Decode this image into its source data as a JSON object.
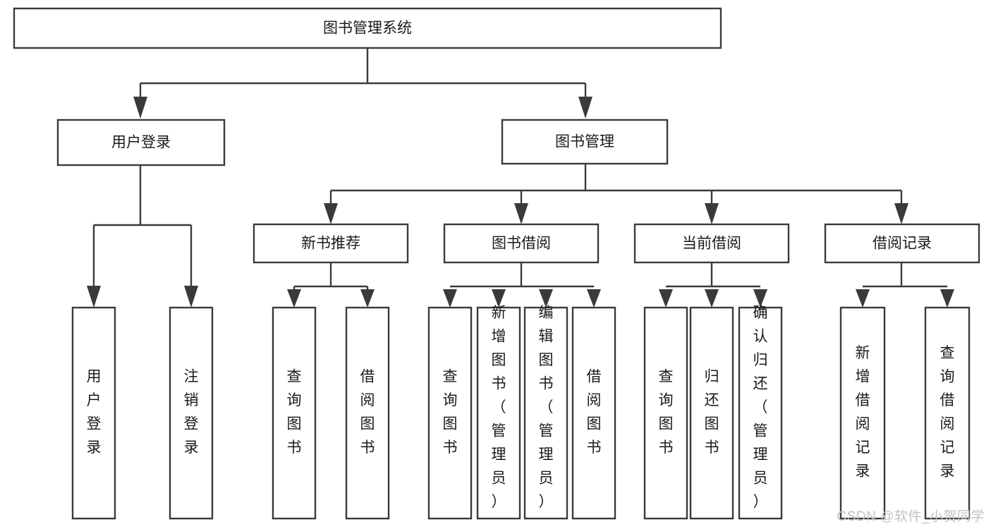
{
  "diagram": {
    "title": "图书管理系统",
    "type": "hierarchy-tree",
    "watermark": "CSDN @软件_小贺同学",
    "colors": {
      "stroke": "#3a3a3a",
      "box_fill": "#ffffff",
      "text": "#1a1a1a",
      "watermark": "#c2c2c2",
      "background": "#ffffff"
    },
    "levels": {
      "root": {
        "label": "图书管理系统",
        "orientation": "horizontal"
      },
      "level2": [
        {
          "label": "用户登录",
          "orientation": "horizontal"
        },
        {
          "label": "图书管理",
          "orientation": "horizontal"
        }
      ],
      "level3": [
        {
          "label": "新书推荐",
          "orientation": "horizontal",
          "parent": "图书管理"
        },
        {
          "label": "图书借阅",
          "orientation": "horizontal",
          "parent": "图书管理"
        },
        {
          "label": "当前借阅",
          "orientation": "horizontal",
          "parent": "图书管理"
        },
        {
          "label": "借阅记录",
          "orientation": "horizontal",
          "parent": "图书管理"
        }
      ],
      "leaves": {
        "用户登录": [
          {
            "label": "用户登录",
            "orientation": "vertical"
          },
          {
            "label": "注销登录",
            "orientation": "vertical"
          }
        ],
        "新书推荐": [
          {
            "label": "查询图书",
            "orientation": "vertical"
          },
          {
            "label": "借阅图书",
            "orientation": "vertical"
          }
        ],
        "图书借阅": [
          {
            "label": "查询图书",
            "orientation": "vertical"
          },
          {
            "label": "新增图书（管理员）",
            "orientation": "vertical"
          },
          {
            "label": "编辑图书（管理员）",
            "orientation": "vertical"
          },
          {
            "label": "借阅图书",
            "orientation": "vertical"
          }
        ],
        "当前借阅": [
          {
            "label": "查询图书",
            "orientation": "vertical"
          },
          {
            "label": "归还图书",
            "orientation": "vertical"
          },
          {
            "label": "确认归还（管理员）",
            "orientation": "vertical"
          }
        ],
        "借阅记录": [
          {
            "label": "新增借阅记录",
            "orientation": "vertical"
          },
          {
            "label": "查询借阅记录",
            "orientation": "vertical"
          }
        ]
      }
    },
    "labels": {
      "root_title": "图书管理系统",
      "n_user_login": "用户登录",
      "n_book_manage": "图书管理",
      "n_new_book_rec": "新书推荐",
      "n_book_borrow": "图书借阅",
      "n_current_borrow": "当前借阅",
      "n_borrow_record": "借阅记录",
      "l_user_login": "用户登录",
      "l_user_logout": "注销登录",
      "l_query_book_1": "查询图书",
      "l_borrow_book_1": "借阅图书",
      "l_query_book_2": "查询图书",
      "l_add_book_admin": "新增图书（管理员）",
      "l_edit_book_admin": "编辑图书（管理员）",
      "l_borrow_book_2": "借阅图书",
      "l_query_book_3": "查询图书",
      "l_return_book": "归还图书",
      "l_confirm_return_admin": "确认归还（管理员）",
      "l_add_record": "新增借阅记录",
      "l_query_record": "查询借阅记录"
    }
  }
}
